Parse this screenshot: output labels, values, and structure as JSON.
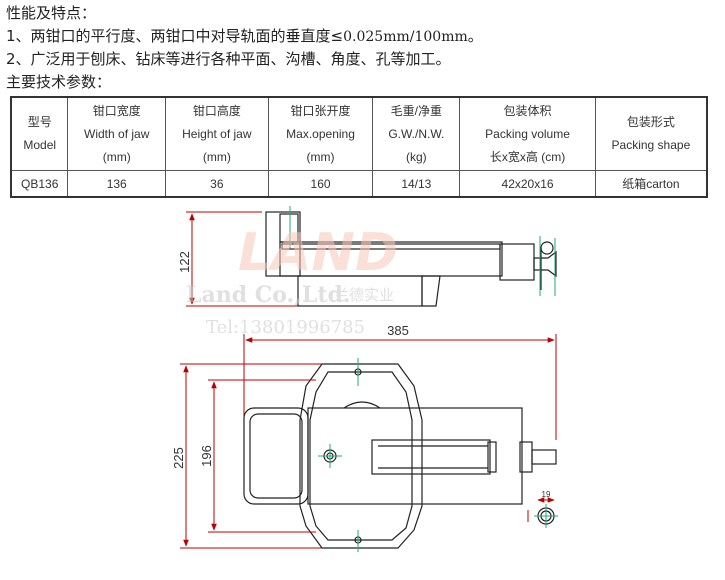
{
  "intro": {
    "heading": "性能及特点：",
    "item1_prefix": "1、两钳口的平行度、两钳口中对导轨面的垂直度≤",
    "item1_value": "0.025mm/100mm",
    "item1_suffix": "。",
    "item2": "2、广泛用于刨床、钻床等进行各种平面、沟槽、角度、孔等加工。",
    "params_heading": "主要技术参数："
  },
  "table": {
    "headers": [
      {
        "cn": "型号",
        "en": "Model",
        "unit": ""
      },
      {
        "cn": "钳口宽度",
        "en": "Width of jaw",
        "unit": "(mm)"
      },
      {
        "cn": "钳口高度",
        "en": "Height of jaw",
        "unit": "(mm)"
      },
      {
        "cn": "钳口张开度",
        "en": "Max.opening",
        "unit": "(mm)"
      },
      {
        "cn": "毛重/净重",
        "en": "G.W./N.W.",
        "unit": "(kg)"
      },
      {
        "cn": "包装体积",
        "en": "Packing volume",
        "unit": "长x宽x高 (cm)"
      },
      {
        "cn": "包装形式",
        "en": "Packing shape",
        "unit": ""
      }
    ],
    "rows": [
      [
        "QB136",
        "136",
        "36",
        "160",
        "14/13",
        "42x20x16",
        "纸箱carton"
      ]
    ]
  },
  "drawing": {
    "dim_height": "122",
    "dim_length": "385",
    "dim_width_outer": "225",
    "dim_width_inner": "196",
    "dim_handle": "19",
    "watermark_logo": "LAND",
    "watermark_company": "Land Co.,Ltd.",
    "watermark_cn": "兰德实业",
    "watermark_tel": "Tel:13801996785"
  }
}
